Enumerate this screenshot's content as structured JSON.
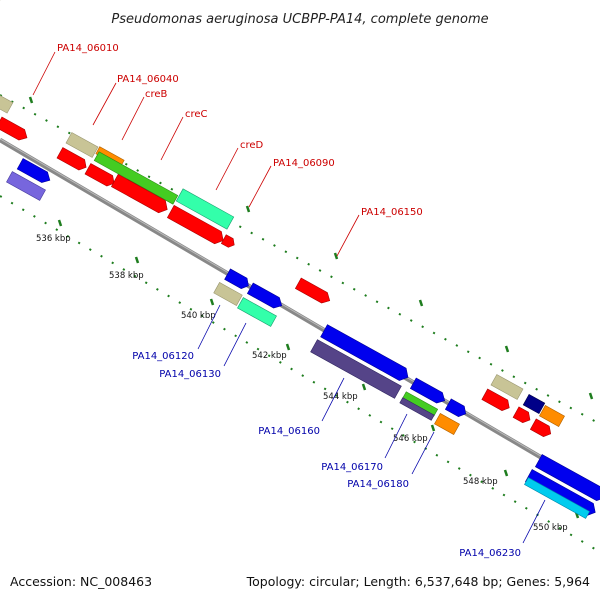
{
  "title": "Pseudomonas aeruginosa UCBPP-PA14, complete genome",
  "accession": "Accession: NC_008463",
  "topology": "Topology: circular; Length: 6,537,648 bp; Genes: 5,964",
  "colors": {
    "backbone": "#888888",
    "tick": "#1e7d1e",
    "label_top": "#cc0000",
    "label_bottom": "#0000aa",
    "red": "#ff0000",
    "blue": "#0000ee",
    "khaki": "#c8c496",
    "orange": "#ff8c00",
    "green": "#44cc22",
    "mint": "#33ffaa",
    "navy": "#000088",
    "slate": "#5544aa",
    "cyan": "#00ccee",
    "periwinkle": "#7766dd"
  },
  "ticks": [
    {
      "label": "536 kbp"
    },
    {
      "label": "538 kbp"
    },
    {
      "label": "540 kbp"
    },
    {
      "label": "542 kbp"
    },
    {
      "label": "544 kbp"
    },
    {
      "label": "546 kbp"
    },
    {
      "label": "548 kbp"
    },
    {
      "label": "550 kbp"
    }
  ],
  "labels_top": [
    {
      "text": "PA14_06010"
    },
    {
      "text": "PA14_06040"
    },
    {
      "text": "creB"
    },
    {
      "text": "creC"
    },
    {
      "text": "creD"
    },
    {
      "text": "PA14_06090"
    },
    {
      "text": "PA14_06150"
    }
  ],
  "labels_bottom": [
    {
      "text": "PA14_06120"
    },
    {
      "text": "PA14_06130"
    },
    {
      "text": "PA14_06160"
    },
    {
      "text": "PA14_06170"
    },
    {
      "text": "PA14_06180"
    },
    {
      "text": "PA14_06230"
    }
  ]
}
